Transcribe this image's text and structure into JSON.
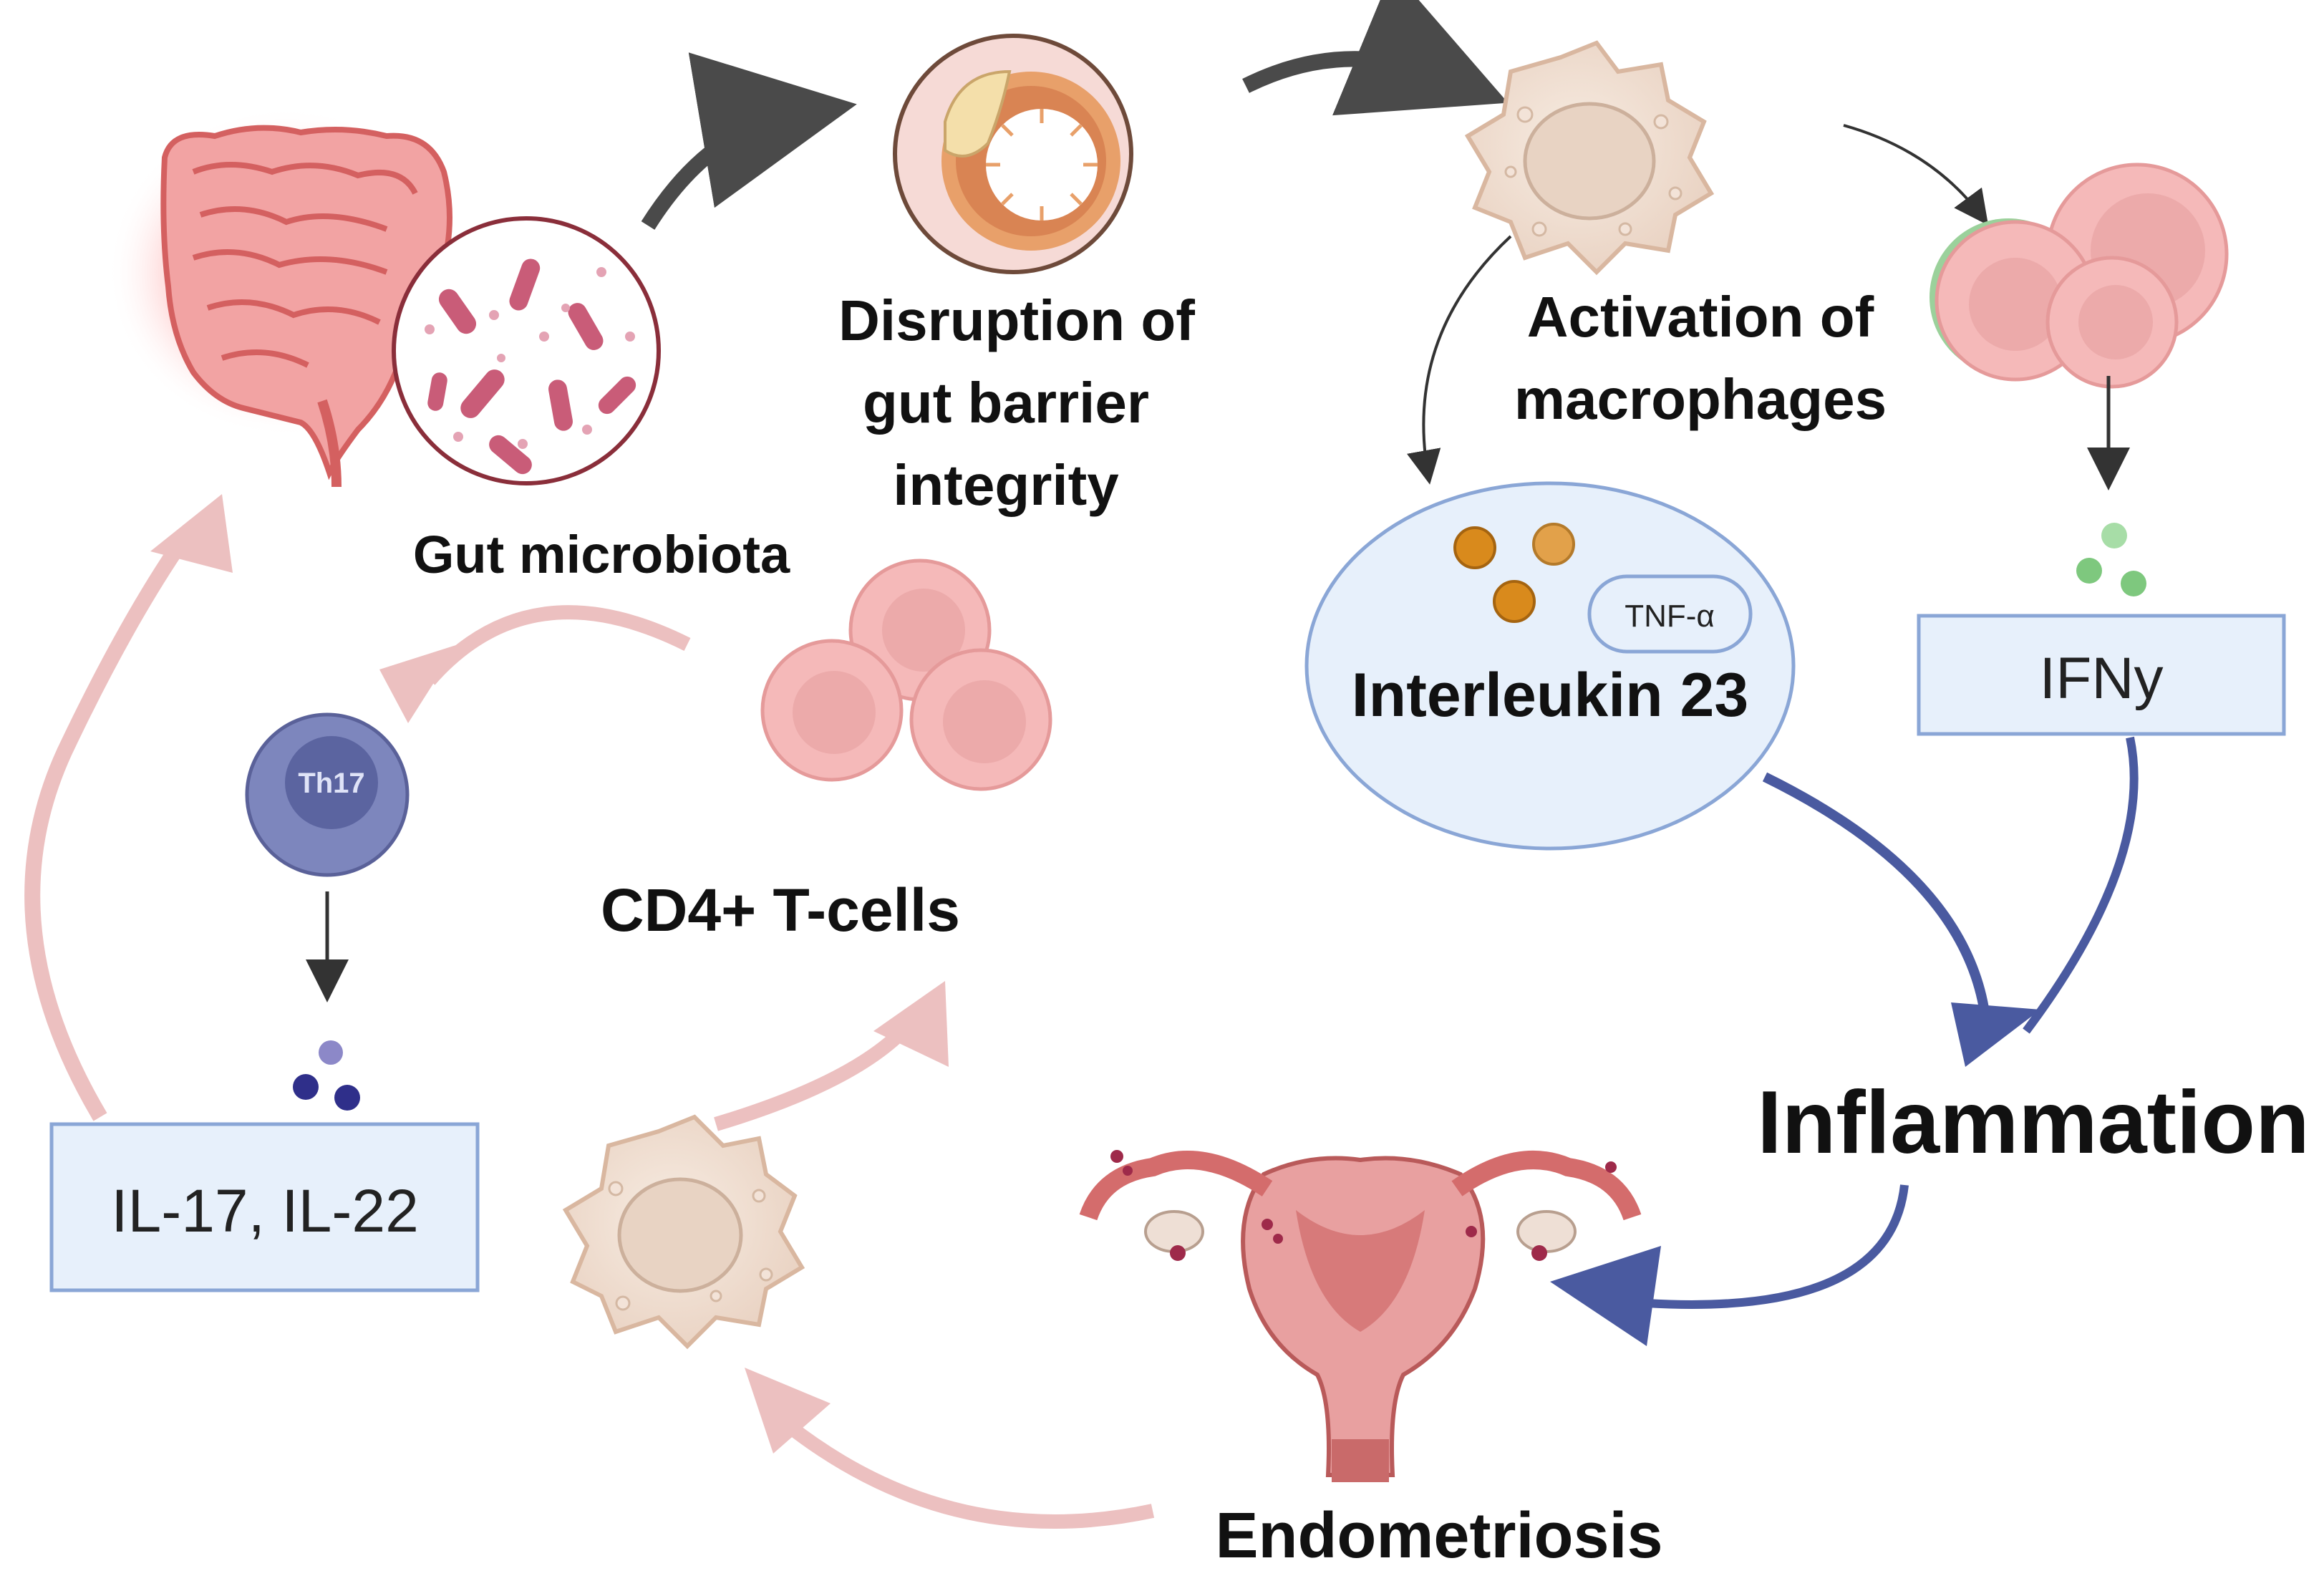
{
  "labels": {
    "gut_microbiota": "Gut microbiota",
    "disruption_line1": "Disruption of",
    "disruption_line2": "gut barrier",
    "disruption_line3": "integrity",
    "activation_line1": "Activation of",
    "activation_line2": "macrophages",
    "tnf": "TNF-α",
    "interleukin": "Interleukin 23",
    "ifn": "IFNy",
    "inflammation": "Inflammation",
    "endometriosis": "Endometriosis",
    "cd4": "CD4+ T-cells",
    "th17": "Th17",
    "il17": "IL-17, IL-22"
  },
  "colors": {
    "dark_arrow": "#4a4a4a",
    "blue_arrow": "#4a5aa0",
    "pink_arrow": "#ecc0c0",
    "box_fill": "#e7f0fb",
    "box_stroke": "#8aa6d6",
    "gut_red": "#e05a5a",
    "th17_fill": "#7d86bd"
  }
}
